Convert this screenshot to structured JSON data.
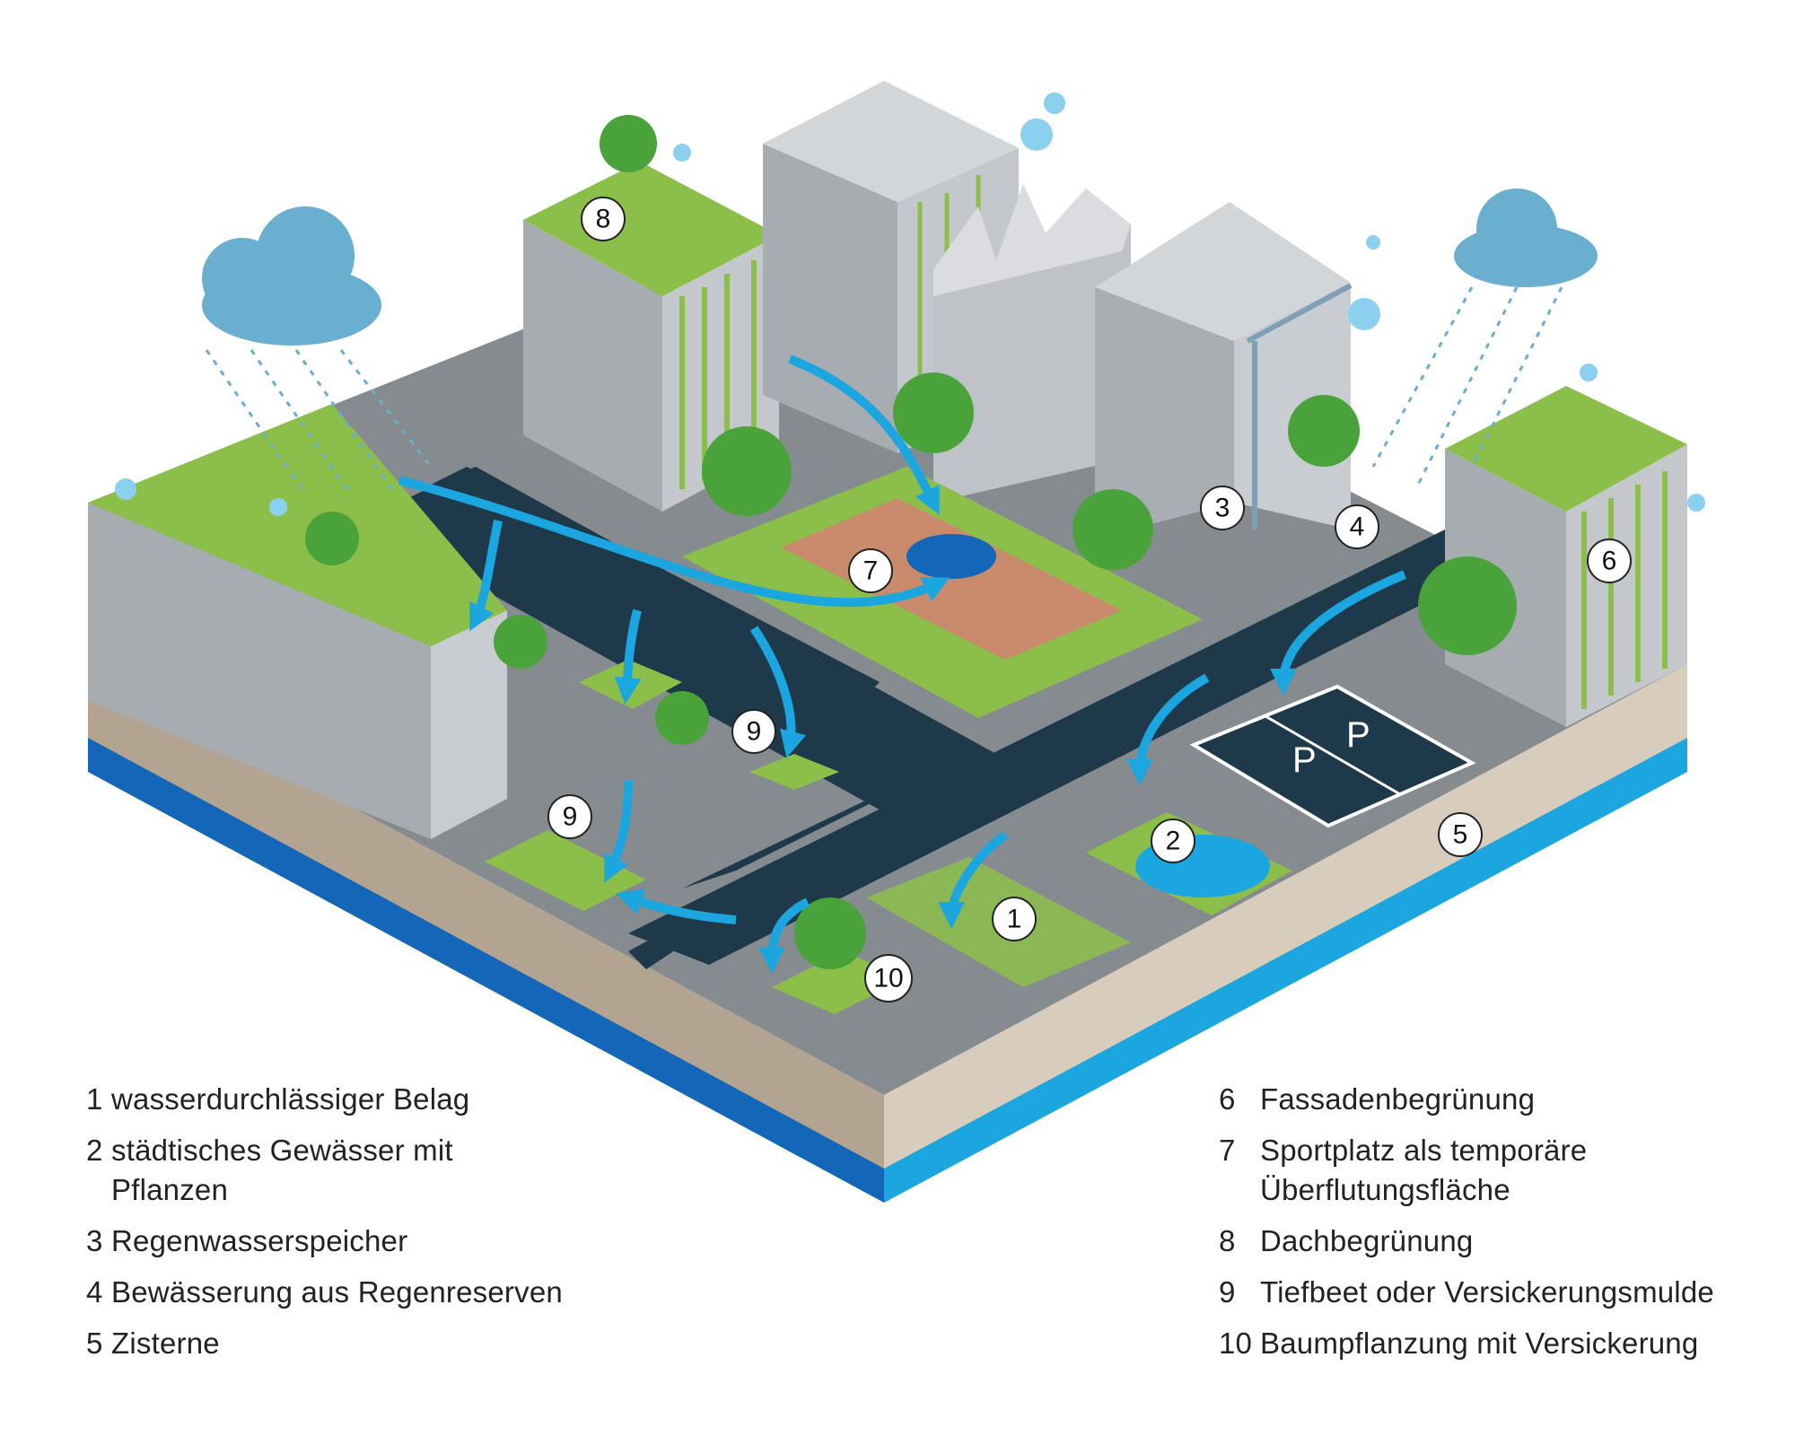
{
  "markers": {
    "m1": "1",
    "m2": "2",
    "m3": "3",
    "m4": "4",
    "m5": "5",
    "m6": "6",
    "m7": "7",
    "m8": "8",
    "m9a": "9",
    "m9b": "9",
    "m10": "10"
  },
  "parking": {
    "p1": "P",
    "p2": "P"
  },
  "legend": {
    "left": [
      {
        "num": "1",
        "label": "wasserdurchlässiger Belag"
      },
      {
        "num": "2",
        "label": "städtisches Gewässer mit\nPflanzen"
      },
      {
        "num": "3",
        "label": "Regenwasserspeicher"
      },
      {
        "num": "4",
        "label": "Bewässerung aus Regenreserven"
      },
      {
        "num": "5",
        "label": "Zisterne"
      }
    ],
    "right": [
      {
        "num": "6",
        "label": "Fassadenbegrünung"
      },
      {
        "num": "7",
        "label": "Sportplatz als temporäre\nÜberflutungsfläche"
      },
      {
        "num": "8",
        "label": "Dachbegrünung"
      },
      {
        "num": "9",
        "label": "Tiefbeet oder Versickerungsmulde"
      },
      {
        "num": "10",
        "label": "Baumpflanzung mit Versickerung"
      }
    ]
  },
  "colors": {
    "road": "#1e3a4a",
    "ground": "#858a8e",
    "soil": "#b5a593",
    "water": "#1ba6e0",
    "deep_water": "#1466b8",
    "grass": "#8cbf4a",
    "tree": "#4aa33a",
    "building": "#9aa0a6",
    "cloud": "#6aaed0",
    "sport_field": "#c98b6b"
  }
}
